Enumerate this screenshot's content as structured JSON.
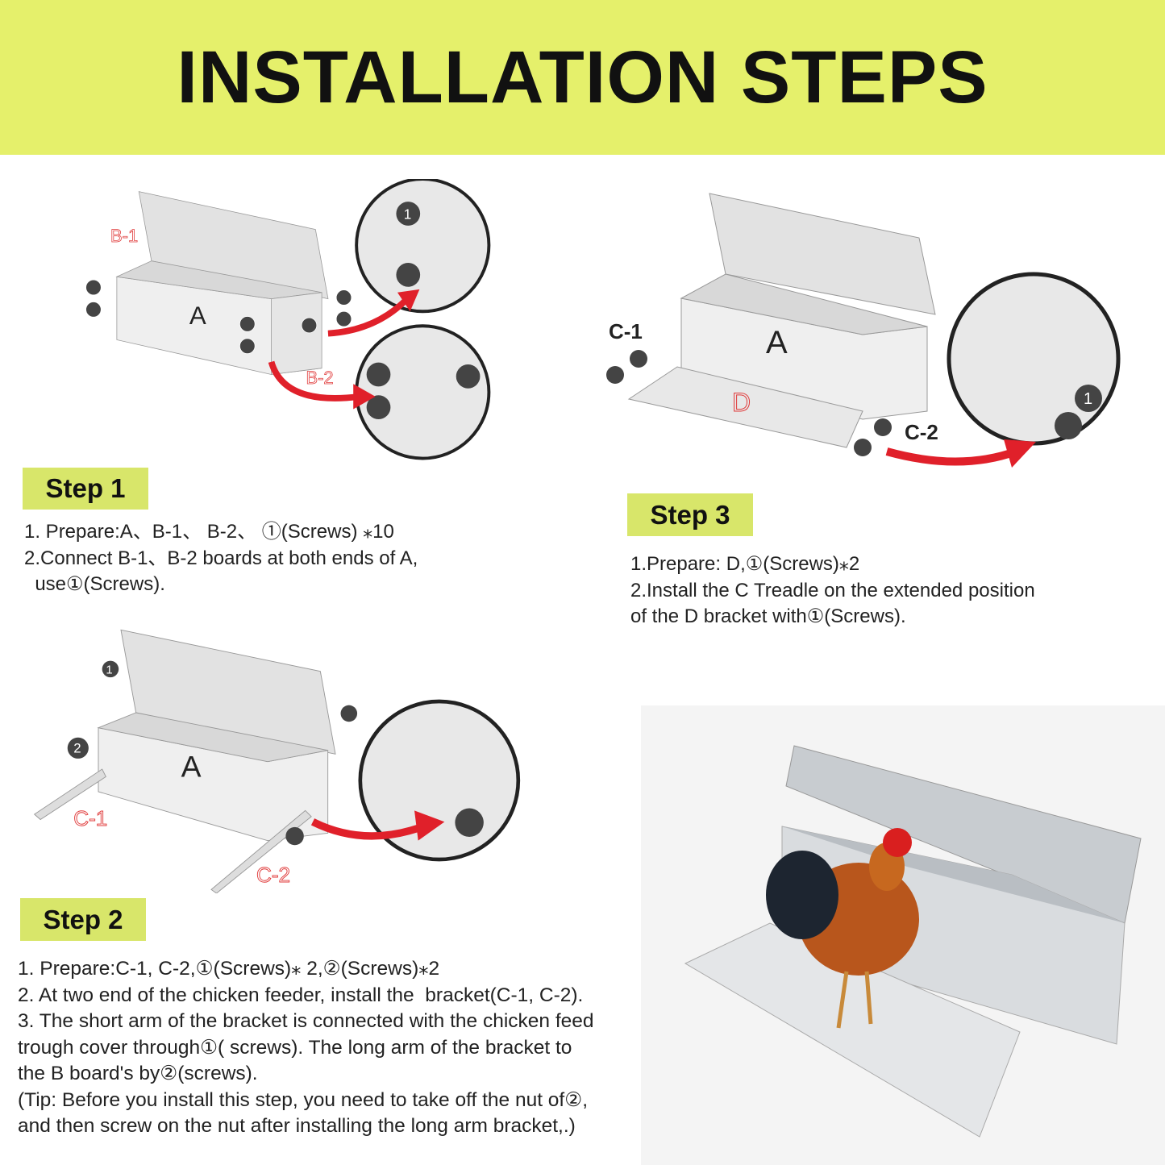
{
  "title": "INSTALLATION STEPS",
  "step1": {
    "badge": "Step 1",
    "lines": [
      "1. Prepare:A、B-1、 B-2、 ①(Screws) ⁎10",
      "2.Connect B-1、B-2 boards at both ends of A,",
      "  use①(Screws)."
    ],
    "labels": {
      "a": "A",
      "b1": "B-1",
      "b2": "B-2",
      "screw1": "1"
    }
  },
  "step2": {
    "badge": "Step 2",
    "lines": [
      "1. Prepare:C-1, C-2,①(Screws)⁎ 2,②(Screws)⁎2",
      "2. At two end of the chicken feeder, install the  bracket(C-1, C-2).",
      "3. The short arm of the bracket is connected with the chicken feed",
      "trough cover through①( screws). The long arm of the bracket to",
      "the B board's by②(screws).",
      "(Tip: Before you install this step, you need to take off the nut of②,",
      "and then screw on the nut after installing the long arm bracket,.)"
    ],
    "labels": {
      "a": "A",
      "c1": "C-1",
      "c2": "C-2",
      "screw1": "1",
      "screw2": "2"
    }
  },
  "step3": {
    "badge": "Step 3",
    "lines": [
      "1.Prepare: D,①(Screws)⁎2",
      "2.Install the C Treadle on the extended position",
      "of the D bracket with①(Screws)."
    ],
    "labels": {
      "a": "A",
      "c1": "C-1",
      "c2": "C-2",
      "d": "D",
      "screw1": "1"
    }
  },
  "colors": {
    "header": "#e5f06b",
    "badge": "#d8e66a",
    "arrow": "#e0202a",
    "label_red": "#e03a3a"
  }
}
